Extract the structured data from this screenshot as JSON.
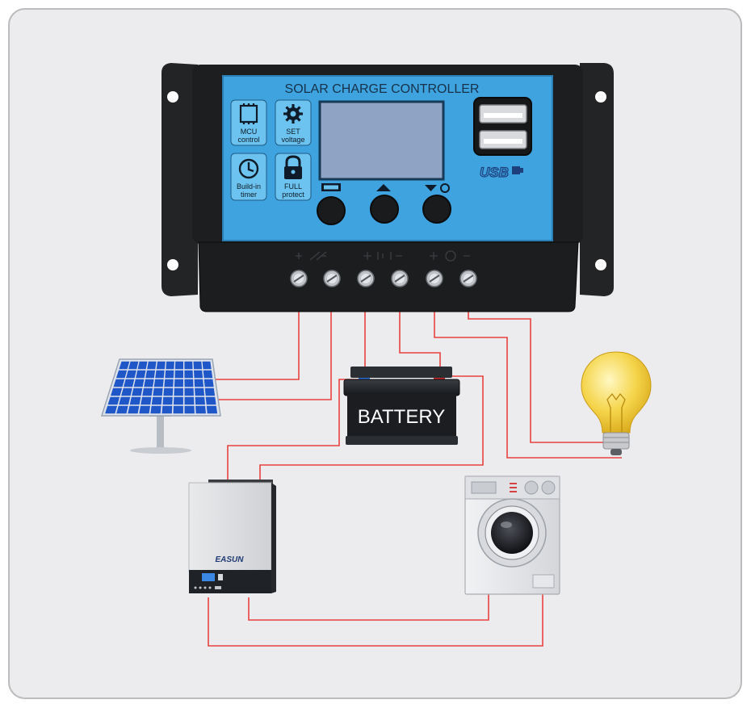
{
  "controller": {
    "title": "SOLAR CHARGE CONTROLLER",
    "usb_label": "USB",
    "features": [
      {
        "icon": "chip-icon",
        "line1": "MCU",
        "line2": "control"
      },
      {
        "icon": "gear-icon",
        "line1": "SET",
        "line2": "voltage"
      },
      {
        "icon": "clock-icon",
        "line1": "Build-in",
        "line2": "timer"
      },
      {
        "icon": "lock-icon",
        "line1": "FULL",
        "line2": "protect"
      }
    ],
    "buttons": [
      "menu-button",
      "up-button",
      "down-button"
    ]
  },
  "battery": {
    "label": "BATTERY"
  },
  "inverter": {
    "brand": "EASUN"
  },
  "colors": {
    "frame_border": "#bcbcbc",
    "background": "#ececee",
    "controller_body": "#1d1e20",
    "controller_panel": "#3ea3df",
    "lcd": "#8fa3c4",
    "wire": "#e8413f",
    "battery_body": "#1b1d20",
    "solar_cell": "#2057c8",
    "bulb": "#f6d24a"
  }
}
